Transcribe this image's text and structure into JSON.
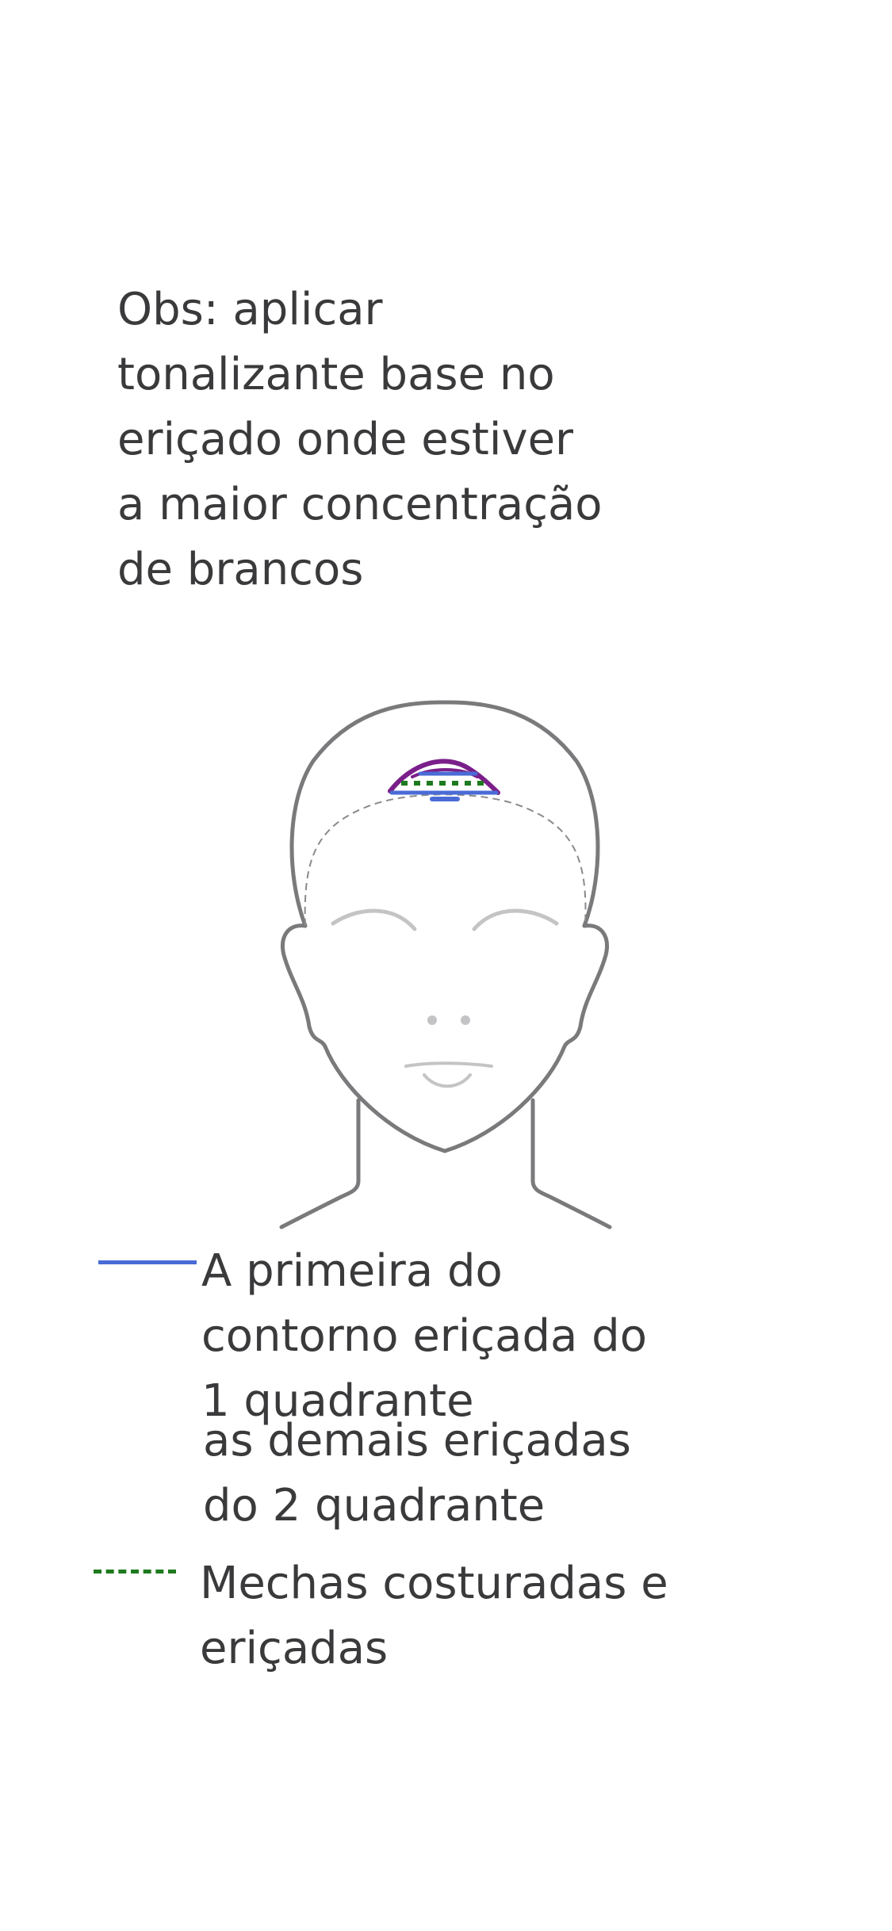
{
  "note": {
    "lines": [
      "Obs: aplicar",
      "tonalizante base no",
      "eriçado onde estiver",
      "a maior concentração",
      "de brancos"
    ]
  },
  "legend": {
    "item1": {
      "color": "#4a6bd6",
      "style": "solid",
      "lines": [
        "A primeira do",
        "contorno eriçada do",
        "1 quadrante"
      ]
    },
    "item2": {
      "lines": [
        "as demais eriçadas",
        "do 2 quadrante"
      ]
    },
    "item3": {
      "color": "#1e7a1e",
      "style": "dotted",
      "lines": [
        "Mechas costuradas e",
        "eriçadas"
      ]
    }
  },
  "diagram": {
    "outline_color": "#7a7a7c",
    "feature_color": "#c4c4c6",
    "hairline_color": "#8a8a8c",
    "marks": {
      "purple": "#7a1f8a",
      "blue": "#4a6bd6",
      "green": "#1e7a1e"
    }
  }
}
